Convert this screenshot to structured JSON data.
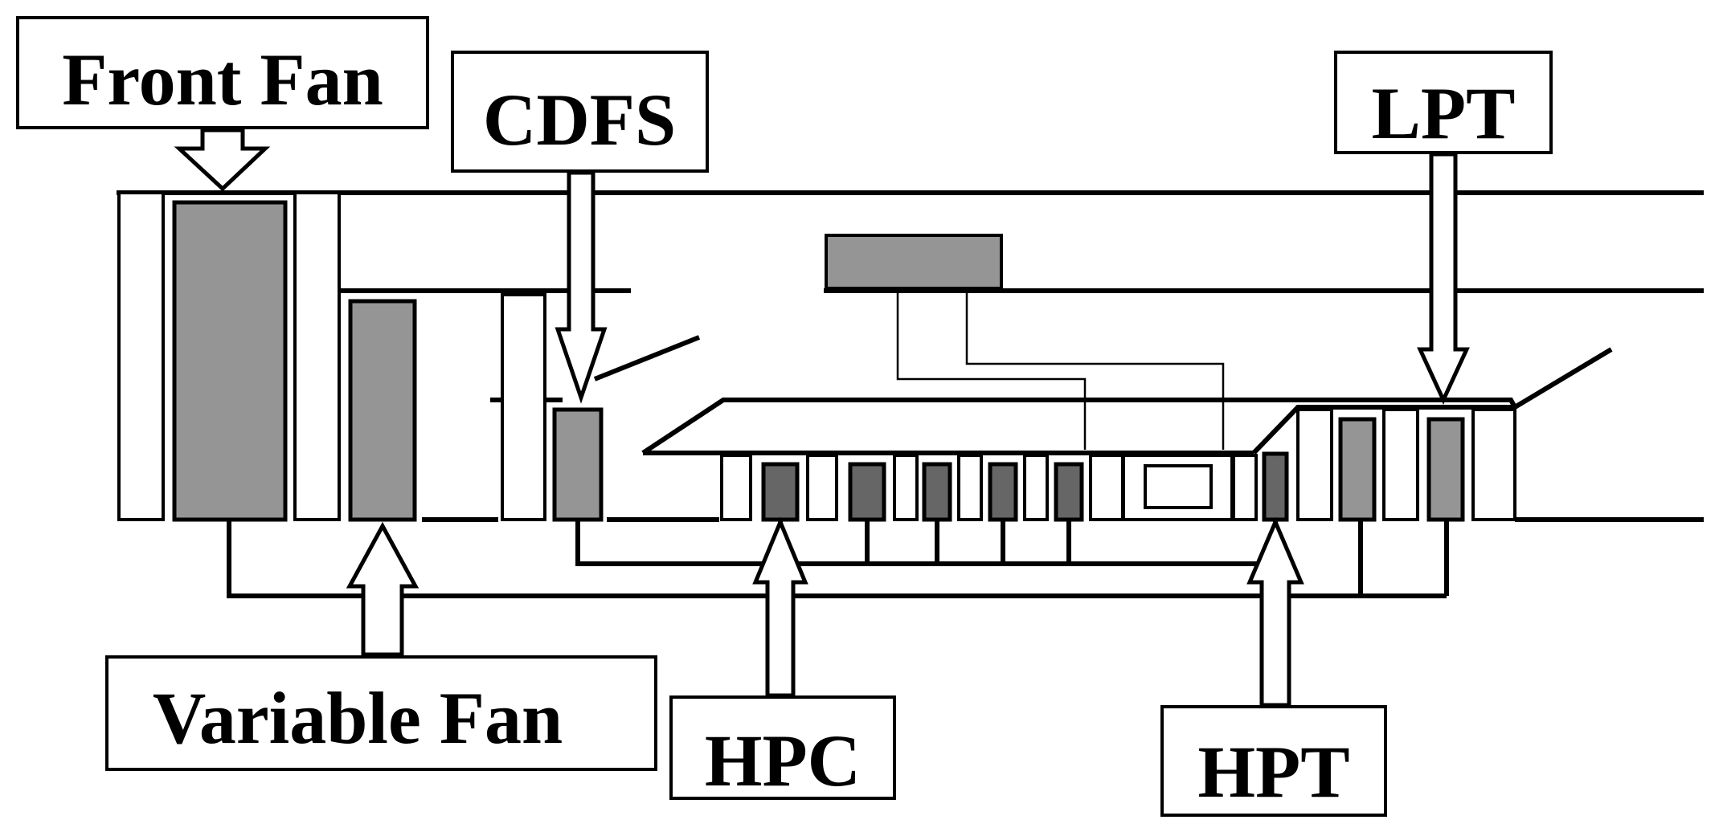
{
  "labels": {
    "front_fan": "Front Fan",
    "cdfs": "CDFS",
    "lpt": "LPT",
    "variable_fan": "Variable Fan",
    "hpc": "HPC",
    "hpt": "HPT"
  },
  "colors": {
    "rotor_light": "#959595",
    "rotor_dark": "#666666",
    "line": "#000000",
    "background": "#ffffff"
  }
}
